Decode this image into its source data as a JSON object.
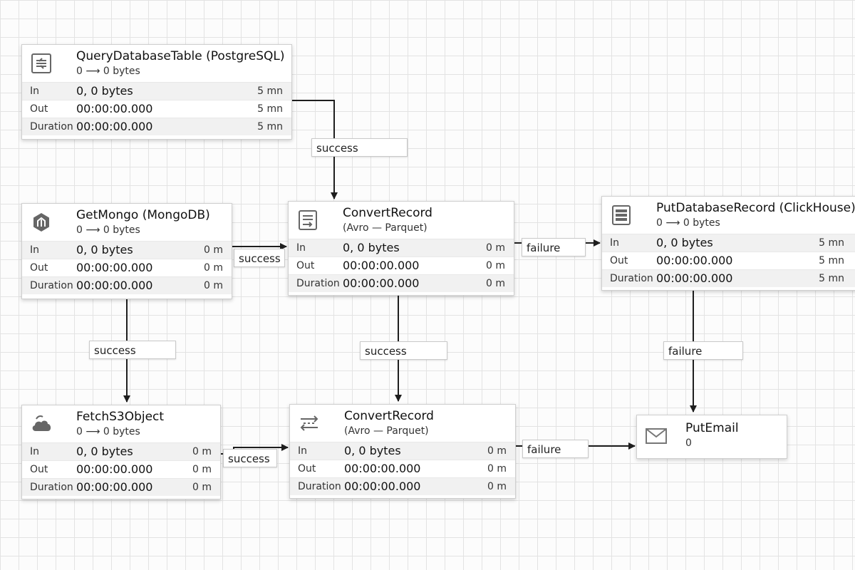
{
  "canvas": {
    "grid_color": "#e3e3e3",
    "background": "#fcfcfc",
    "connection_color": "#1e1e1e"
  },
  "processors": {
    "query_db": {
      "name": "QueryDatabaseTable (PostgreSQL)",
      "subtitle": "0 ⟶ 0 bytes",
      "icon": "database-query-icon",
      "stats": [
        {
          "label": "In",
          "value": "0, 0 bytes",
          "time": "5 mn"
        },
        {
          "label": "Out",
          "value": "00:00:00.000",
          "time": "5 mn"
        },
        {
          "label": "Duration",
          "value": "00:00:00.000",
          "time": "5 mn"
        }
      ]
    },
    "get_mongo": {
      "name": "GetMongo (MongoDB)",
      "subtitle": "0 ⟶ 0 bytes",
      "icon": "mongodb-icon",
      "stats": [
        {
          "label": "In",
          "value": "0, 0 bytes",
          "time": "0 m"
        },
        {
          "label": "Out",
          "value": "00:00:00.000",
          "time": "0 m"
        },
        {
          "label": "Duration",
          "value": "00:00:00.000",
          "time": "0 m"
        }
      ]
    },
    "convert_record_1": {
      "name": "ConvertRecord",
      "subtitle": "(Avro — Parquet)",
      "icon": "convert-record-icon",
      "stats": [
        {
          "label": "In",
          "value": "0, 0 bytes",
          "time": "0 m"
        },
        {
          "label": "Out",
          "value": "00:00:00.000",
          "time": "0 m"
        },
        {
          "label": "Duration",
          "value": "00:00:00.000",
          "time": "0 m"
        }
      ]
    },
    "put_db_record": {
      "name": "PutDatabaseRecord (ClickHouse)",
      "subtitle": "0 ⟶ 0 bytes",
      "icon": "database-record-icon",
      "stats": [
        {
          "label": "In",
          "value": "0, 0 bytes",
          "time": "5 mn"
        },
        {
          "label": "Out",
          "value": "00:00:00.000",
          "time": "5 mn"
        },
        {
          "label": "Duration",
          "value": "00:00:00.000",
          "time": "5 mn"
        }
      ]
    },
    "fetch_s3": {
      "name": "FetchS3Object",
      "subtitle": "0 ⟶ 0 bytes",
      "icon": "cloud-icon",
      "stats": [
        {
          "label": "In",
          "value": "0, 0 bytes",
          "time": "0 m"
        },
        {
          "label": "Out",
          "value": "00:00:00.000",
          "time": "0 m"
        },
        {
          "label": "Duration",
          "value": "00:00:00.000",
          "time": "0 m"
        }
      ]
    },
    "convert_record_2": {
      "name": "ConvertRecord",
      "subtitle": "(Avro — Parquet)",
      "icon": "convert-arrows-icon",
      "stats": [
        {
          "label": "In",
          "value": "0, 0 bytes",
          "time": "0 m"
        },
        {
          "label": "Out",
          "value": "00:00:00.000",
          "time": "0 m"
        },
        {
          "label": "Duration",
          "value": "00:00:00.000",
          "time": "0 m"
        }
      ]
    },
    "put_email": {
      "name": "PutEmail",
      "subtitle": "0",
      "icon": "mail-icon"
    }
  },
  "connections": {
    "query_to_convert1": "success",
    "mongo_to_convert1": "success",
    "convert1_to_putdb": "failure",
    "mongo_to_fetchs3": "success",
    "convert1_to_convert2": "success",
    "putdb_to_email": "failure",
    "fetchs3_to_convert2": "success",
    "convert2_to_email": "failure"
  }
}
